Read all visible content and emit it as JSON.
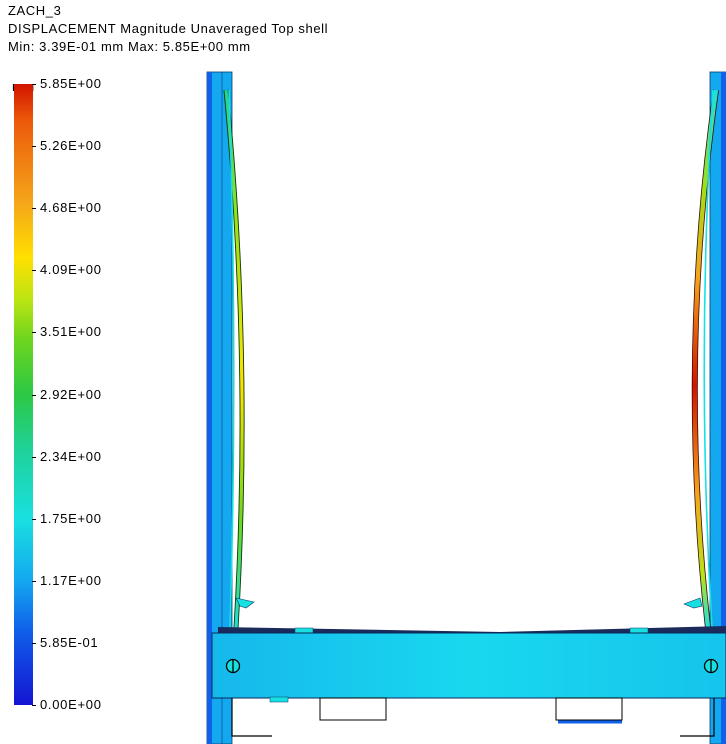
{
  "header": {
    "model_name": "ZACH_3",
    "result_title": "DISPLACEMENT  Magnitude  Unaveraged  Top shell",
    "range_text": "Min: 3.39E-01 mm   Max: 5.85E+00 mm"
  },
  "legend": {
    "unit": "mm",
    "labels": [
      "5.85E+00",
      "5.26E+00",
      "4.68E+00",
      "4.09E+00",
      "3.51E+00",
      "2.92E+00",
      "2.34E+00",
      "1.75E+00",
      "1.17E+00",
      "5.85E-01",
      "0.00E+00"
    ],
    "colors": {
      "max": "#d21400",
      "orange": "#f5a51a",
      "yellow": "#ffe000",
      "green": "#2cc845",
      "cyan": "#19e0e0",
      "light_blue": "#14a8f0",
      "blue": "#1060ea",
      "min": "#1414d2"
    }
  },
  "viewport": {
    "icons": [
      "hole-left-icon",
      "hole-right-icon"
    ]
  }
}
